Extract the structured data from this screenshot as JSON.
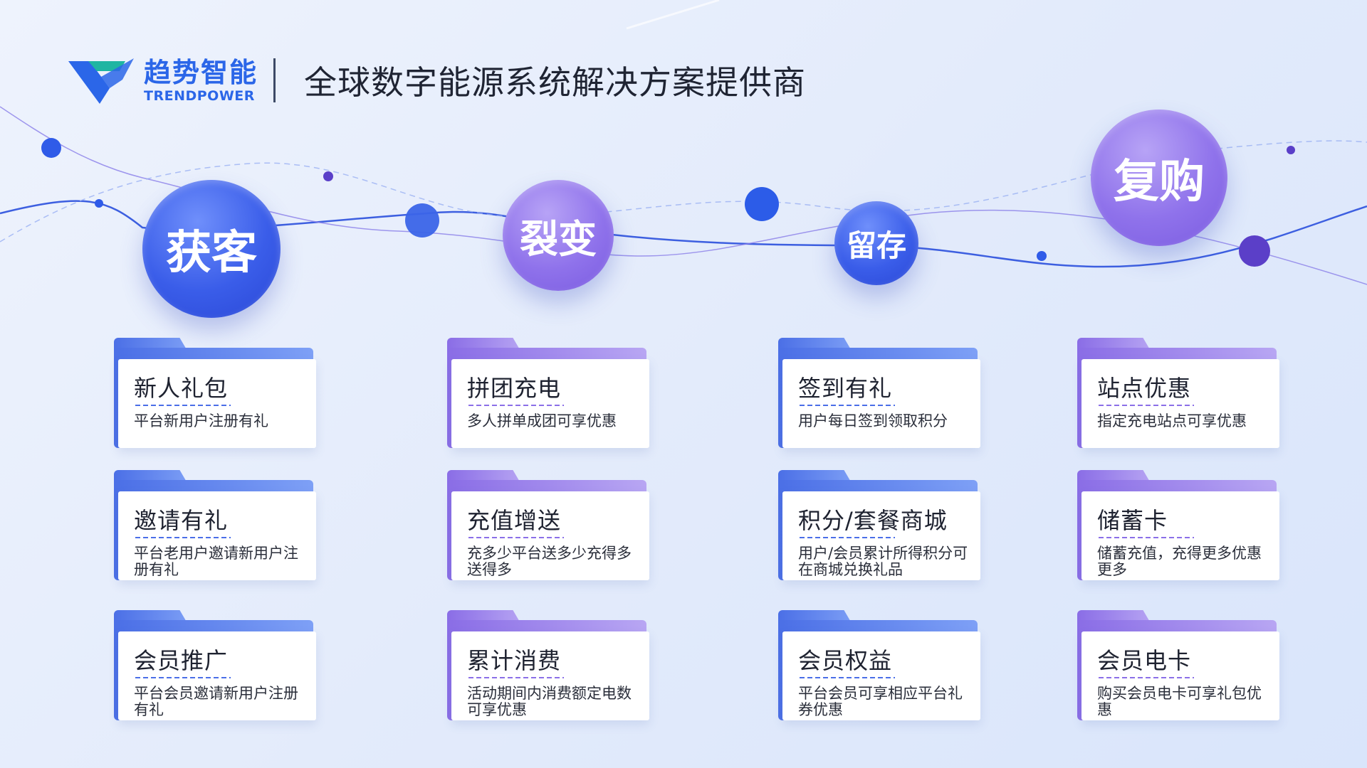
{
  "header": {
    "logo_cn": "趋势智能",
    "logo_en": "TRENDPOWER",
    "tagline": "全球数字能源系统解决方案提供商"
  },
  "stages": [
    {
      "label": "获客",
      "color": "blue"
    },
    {
      "label": "裂变",
      "color": "purple"
    },
    {
      "label": "留存",
      "color": "blue"
    },
    {
      "label": "复购",
      "color": "purple"
    }
  ],
  "columns": [
    {
      "color": "blue",
      "cards": [
        {
          "title": "新人礼包",
          "desc": "平台新用户注册有礼"
        },
        {
          "title": "邀请有礼",
          "desc": "平台老用户邀请新用户注册有礼"
        },
        {
          "title": "会员推广",
          "desc": "平台会员邀请新用户注册有礼"
        }
      ]
    },
    {
      "color": "purple",
      "cards": [
        {
          "title": "拼团充电",
          "desc": "多人拼单成团可享优惠"
        },
        {
          "title": "充值增送",
          "desc": "充多少平台送多少充得多送得多"
        },
        {
          "title": "累计消费",
          "desc": "活动期间内消费额定电数可享优惠"
        }
      ]
    },
    {
      "color": "blue",
      "cards": [
        {
          "title": "签到有礼",
          "desc": "用户每日签到领取积分"
        },
        {
          "title": "积分/套餐商城",
          "desc": "用户/会员累计所得积分可在商城兑换礼品"
        },
        {
          "title": "会员权益",
          "desc": "平台会员可享相应平台礼券优惠"
        }
      ]
    },
    {
      "color": "purple",
      "cards": [
        {
          "title": "站点优惠",
          "desc": "指定充电站点可享优惠"
        },
        {
          "title": "储蓄卡",
          "desc": "储蓄充值，充得更多优惠更多"
        },
        {
          "title": "会员电卡",
          "desc": "购买会员电卡可享礼包优惠"
        }
      ]
    }
  ],
  "colors": {
    "brand_blue": "#2b66e8",
    "stage_blue": "#3a5de9",
    "stage_purple": "#8f72eb"
  }
}
